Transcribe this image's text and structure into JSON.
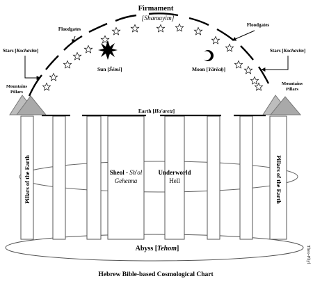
{
  "firmament": {
    "title": "Firmament",
    "hebrew": "[Shamayim]"
  },
  "floodgates_left": "Floodgates",
  "floodgates_right": "Floodgates",
  "stars_left": {
    "label": "Stars [",
    "hebrew": "Kochavim",
    "close": "]"
  },
  "stars_right": {
    "label": "Stars [",
    "hebrew": "Kochavim",
    "close": "]"
  },
  "sun": {
    "label": "Sun [",
    "hebrew": "Šēmš",
    "close": "]"
  },
  "moon": {
    "label": "Moon [",
    "hebrew": "Yārēaḥ",
    "close": "]"
  },
  "mountains_left": {
    "line1": "Mountains",
    "line2": "Pillars"
  },
  "mountains_right": {
    "line1": "Mountains",
    "line2": "Pillars"
  },
  "earth": {
    "label": "Earth [",
    "hebrew": "Ha'aretz",
    "close": "]"
  },
  "sheol": {
    "title": "Sheol - ",
    "hebrew": "Sh'ol",
    "line2": "Gehenna"
  },
  "underworld": {
    "title": "Underworld",
    "line2": "Hell"
  },
  "pillars_left": "Pillars of the Earth",
  "pillars_right": "Pillars of the Earth",
  "abyss": {
    "label": "Abyss  [",
    "hebrew": "Tehom",
    "close": "]"
  },
  "credit": "Theo-Phyl",
  "caption": "Hebrew Bible-based Cosmological Chart"
}
